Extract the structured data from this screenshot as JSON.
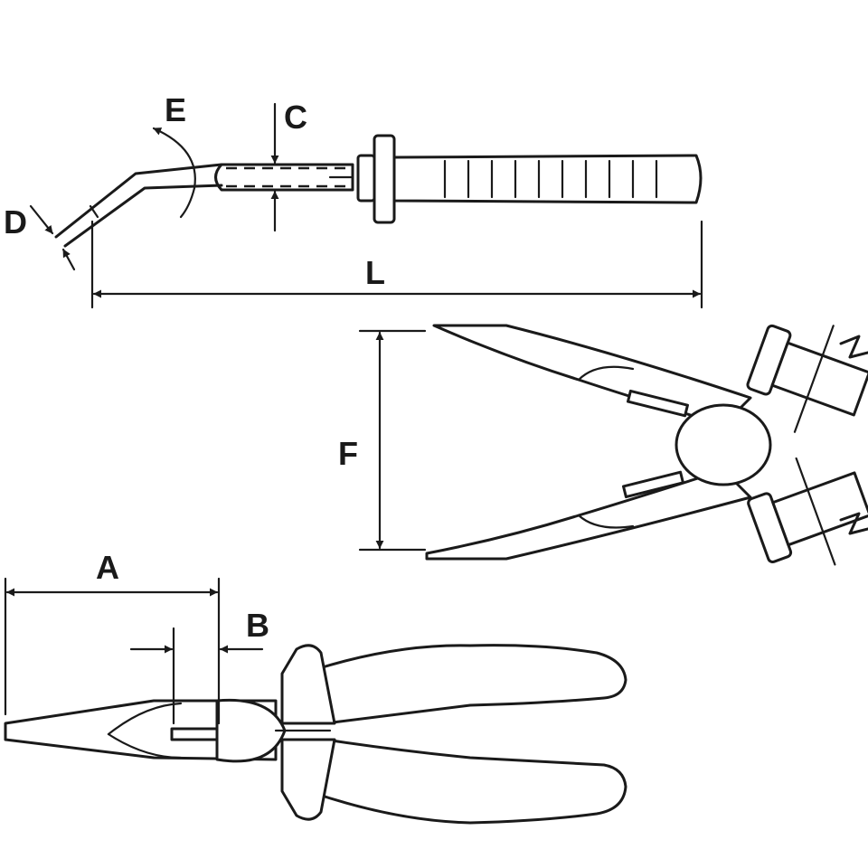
{
  "labels": {
    "A": "A",
    "B": "B",
    "C": "C",
    "D": "D",
    "E": "E",
    "F": "F",
    "L": "L"
  },
  "colors": {
    "stroke": "#1a1a1a",
    "background": "#ffffff"
  }
}
